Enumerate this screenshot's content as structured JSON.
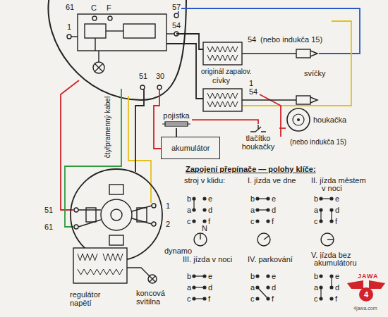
{
  "diagram": {
    "nodes": [
      {
        "text": [
          "pojistka"
        ]
      },
      {
        "text": [
          "akumulátor"
        ]
      },
      {
        "text": [
          "tlačítko houkačky"
        ]
      },
      {
        "text": [
          "houkačka"
        ]
      }
    ],
    "edges": [
      {
        "from": 0,
        "to": 1,
        "arrow": "none"
      },
      {
        "from": 0,
        "to": 2,
        "arrow": "none"
      },
      {
        "from": 2,
        "to": 3,
        "arrow": "none"
      }
    ],
    "labels": [
      "61",
      "C",
      "F",
      "57",
      "1",
      "54",
      "54",
      "(nebo indukča 15)",
      "originál zapalov.",
      "cívky",
      "svíčky",
      "čtyřpramenný kabel",
      "51",
      "30",
      "1",
      "54",
      "(nebo indukča 15)",
      "Zapojení přepínače — polohy klíče:",
      "stroj v klidu:",
      "I. jízda ve dne",
      "II. jízda městem",
      "v noci",
      "b",
      "e",
      "a",
      "d",
      "c",
      "f",
      "b",
      "e",
      "a",
      "d",
      "c",
      "f",
      "b",
      "e",
      "a",
      "d",
      "c",
      "f",
      "N",
      "III. jízda v noci",
      "IV. parkování",
      "V. jízda bez",
      "akumulátoru",
      "b",
      "e",
      "a",
      "d",
      "c",
      "f",
      "b",
      "e",
      "a",
      "d",
      "c",
      "f",
      "b",
      "e",
      "a",
      "d",
      "c",
      "f",
      "51",
      "61",
      "1",
      "2",
      "dynamo",
      "regulátor napětí",
      "koncová svítilna",
      "JAWA",
      "4",
      "4jawa.com"
    ]
  }
}
